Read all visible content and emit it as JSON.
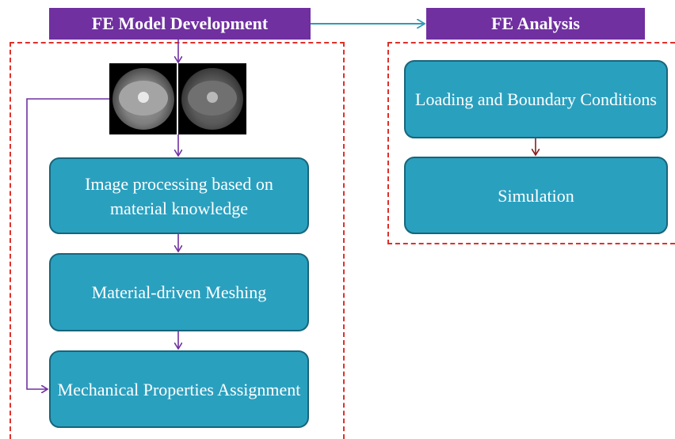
{
  "headers": {
    "development": "FE Model Development",
    "analysis": "FE Analysis"
  },
  "development_steps": [
    "Image processing based on material knowledge",
    "Material-driven  Meshing",
    "Mechanical Properties Assignment"
  ],
  "analysis_steps": [
    "Loading and Boundary Conditions",
    "Simulation"
  ],
  "colors": {
    "header_bg": "#7030a0",
    "box_fill": "#2aa0bf",
    "box_border": "#17657a",
    "region_border": "#e0302a",
    "purple_arrow": "#7030a0",
    "teal_arrow": "#2e9bb8",
    "dark_red_arrow": "#8b1a1a"
  },
  "images": [
    "ct-scan-slice",
    "ct-scan-slice"
  ]
}
